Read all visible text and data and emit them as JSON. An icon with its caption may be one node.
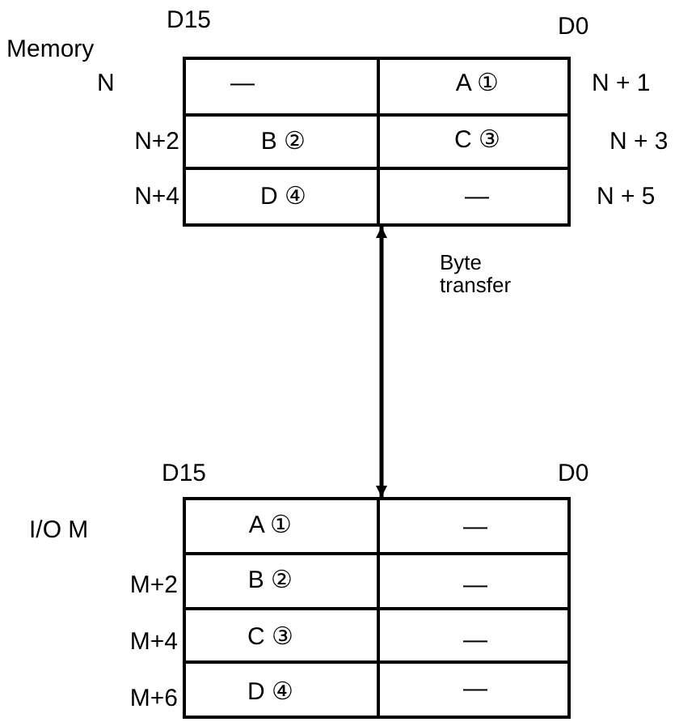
{
  "diagram": {
    "nodes": [
      {
        "text": [],
        "shape": "box"
      },
      {
        "text": [],
        "shape": "box"
      }
    ],
    "edges": [
      {
        "from": 0,
        "to": 1,
        "arrow": "both"
      }
    ],
    "labels": [
      "D15",
      "D0",
      "Memory",
      "N",
      "—",
      "A ①",
      "N + 1",
      "N+2",
      "B ②",
      "C ③",
      "N + 3",
      "N+4",
      "D ④",
      "—",
      "N + 5",
      "Byte transfer",
      "D15",
      "D0",
      "I/O M",
      "A ①",
      "—",
      "M+2",
      "B ②",
      "—",
      "M+4",
      "C ③",
      "—",
      "M+6",
      "D ④",
      "—"
    ]
  }
}
